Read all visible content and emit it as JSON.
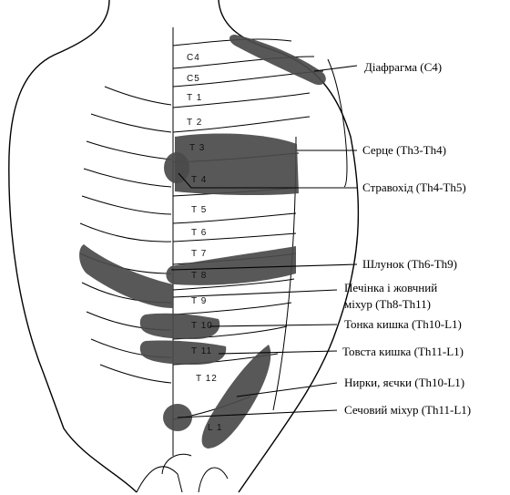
{
  "dermatomes": [
    "C4",
    "C5",
    "T 1",
    "T 2",
    "T 3",
    "T 4",
    "T 5",
    "T 6",
    "T 7",
    "T 8",
    "T 9",
    "T 10",
    "T 11",
    "T 12",
    "L 1"
  ],
  "labels": {
    "diaphragm": "Діафрагма (C4)",
    "heart": "Серце  (Th3-Th4)",
    "esophagus": "Стравохід (Th4-Th5)",
    "stomach": "Шлунок (Th6-Th9)",
    "liver_1": "Печінка і жовчний",
    "liver_2": "міхур (Th8-Th11)",
    "small_intestine": "Тонка кишка (Th10-L1)",
    "large_intestine": "Товста кишка (Th11-L1)",
    "kidneys": "Нирки, яєчки (Th10-L1)",
    "bladder": "Сечовий міхур (Th11-L1)"
  },
  "colors": {
    "zone": "#4a4a4a",
    "line": "#000000",
    "background": "#ffffff"
  }
}
